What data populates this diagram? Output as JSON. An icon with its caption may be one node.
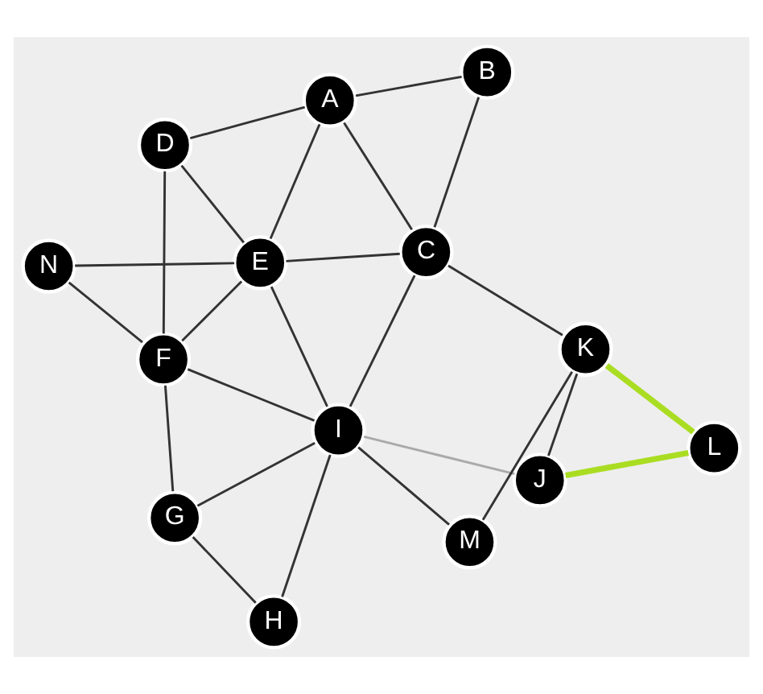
{
  "diagram": {
    "nodes": [
      {
        "text": [
          "D"
        ]
      },
      {
        "text": [
          "A"
        ]
      },
      {
        "text": [
          "F"
        ]
      },
      {
        "text": [
          "G"
        ]
      },
      {
        "text": [
          "N"
        ]
      },
      {
        "text": [
          "E"
        ]
      },
      {
        "text": [
          "H"
        ]
      },
      {
        "text": [
          "B"
        ]
      },
      {
        "text": [
          "C"
        ]
      },
      {
        "text": [
          "I"
        ]
      },
      {
        "text": [
          "M"
        ]
      },
      {
        "text": [
          "J"
        ]
      },
      {
        "text": [
          "K"
        ]
      },
      {
        "text": [
          "L"
        ]
      }
    ],
    "edges": [
      {
        "from": 1,
        "to": 0,
        "arrow": "none"
      },
      {
        "from": 1,
        "to": 7,
        "arrow": "none"
      },
      {
        "from": 1,
        "to": 5,
        "arrow": "none"
      },
      {
        "from": 1,
        "to": 8,
        "arrow": "none"
      },
      {
        "from": 0,
        "to": 5,
        "arrow": "none"
      },
      {
        "from": 0,
        "to": 2,
        "arrow": "none"
      },
      {
        "from": 2,
        "to": 5,
        "arrow": "none"
      },
      {
        "from": 2,
        "to": 4,
        "arrow": "none"
      },
      {
        "from": 2,
        "to": 3,
        "arrow": "none"
      },
      {
        "from": 2,
        "to": 9,
        "arrow": "none"
      },
      {
        "from": 5,
        "to": 4,
        "arrow": "none"
      },
      {
        "from": 5,
        "to": 8,
        "arrow": "none"
      },
      {
        "from": 5,
        "to": 9,
        "arrow": "none"
      },
      {
        "from": 7,
        "to": 8,
        "arrow": "none"
      },
      {
        "from": 3,
        "to": 6,
        "arrow": "none"
      },
      {
        "from": 3,
        "to": 9,
        "arrow": "none"
      },
      {
        "from": 6,
        "to": 9,
        "arrow": "none"
      },
      {
        "from": 8,
        "to": 9,
        "arrow": "none"
      },
      {
        "from": 8,
        "to": 12,
        "arrow": "none"
      },
      {
        "from": 10,
        "to": 9,
        "arrow": "none"
      },
      {
        "from": 10,
        "to": 12,
        "arrow": "none"
      },
      {
        "from": 12,
        "to": 11,
        "arrow": "none"
      },
      {
        "from": 9,
        "to": 11,
        "arrow": "none",
        "color": "#aaaaaa"
      },
      {
        "from": 11,
        "to": 13,
        "arrow": "none",
        "style": "thick",
        "color": "#aadd22"
      },
      {
        "from": 12,
        "to": 13,
        "arrow": "none",
        "style": "thick",
        "color": "#aadd22"
      }
    ]
  }
}
